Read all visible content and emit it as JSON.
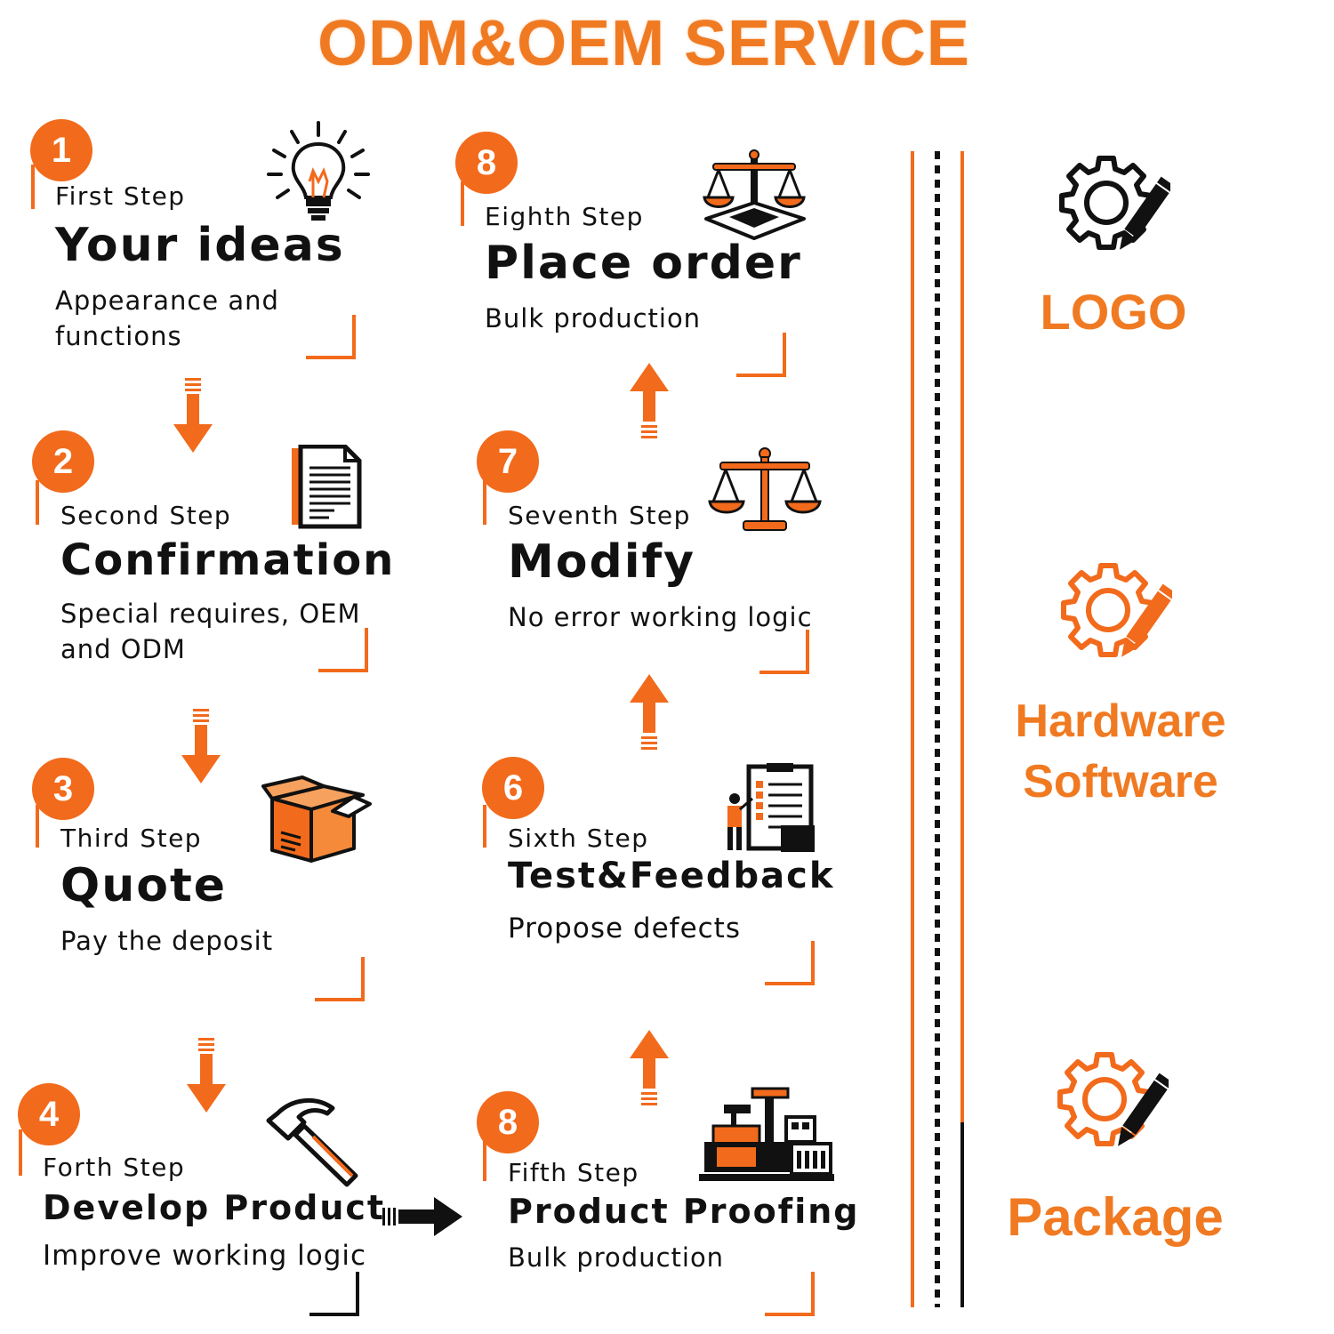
{
  "title": "ODM&OEM SERVICE",
  "colors": {
    "accent": "#f26a1b",
    "title": "#f07a22",
    "text": "#111111"
  },
  "steps": [
    {
      "number": "1",
      "label": "First Step",
      "heading": "Your ideas",
      "desc1": "Appearance and",
      "desc2": "functions",
      "icon": "lightbulb-icon"
    },
    {
      "number": "2",
      "label": "Second Step",
      "heading": "Confirmation",
      "desc1": "Special requires, OEM",
      "desc2": "and ODM",
      "icon": "document-icon"
    },
    {
      "number": "3",
      "label": "Third Step",
      "heading": "Quote",
      "desc1": "Pay the deposit",
      "desc2": "",
      "icon": "box-icon"
    },
    {
      "number": "4",
      "label": "Forth Step",
      "heading": "Develop Product",
      "desc1": "Improve working logic",
      "desc2": "",
      "icon": "hammer-icon"
    },
    {
      "number": "8",
      "label": "Fifth Step",
      "heading": "Product Proofing",
      "desc1": "Bulk production",
      "desc2": "",
      "icon": "factory-icon"
    },
    {
      "number": "6",
      "label": "Sixth Step",
      "heading": "Test&Feedback",
      "desc1": "Propose defects",
      "desc2": "",
      "icon": "checklist-icon"
    },
    {
      "number": "7",
      "label": "Seventh Step",
      "heading": "Modify",
      "desc1": "No error working logic",
      "desc2": "",
      "icon": "scale-icon"
    },
    {
      "number": "8",
      "label": "Eighth Step",
      "heading": "Place order",
      "desc1": "Bulk production",
      "desc2": "",
      "icon": "scale-base-icon"
    }
  ],
  "services": [
    {
      "line1": "LOGO",
      "line2": "",
      "icon": "gear-pencil-icon"
    },
    {
      "line1": "Hardware",
      "line2": "Software",
      "icon": "gear-pencil-icon"
    },
    {
      "line1": "Package",
      "line2": "",
      "icon": "gear-pencil-icon"
    }
  ]
}
